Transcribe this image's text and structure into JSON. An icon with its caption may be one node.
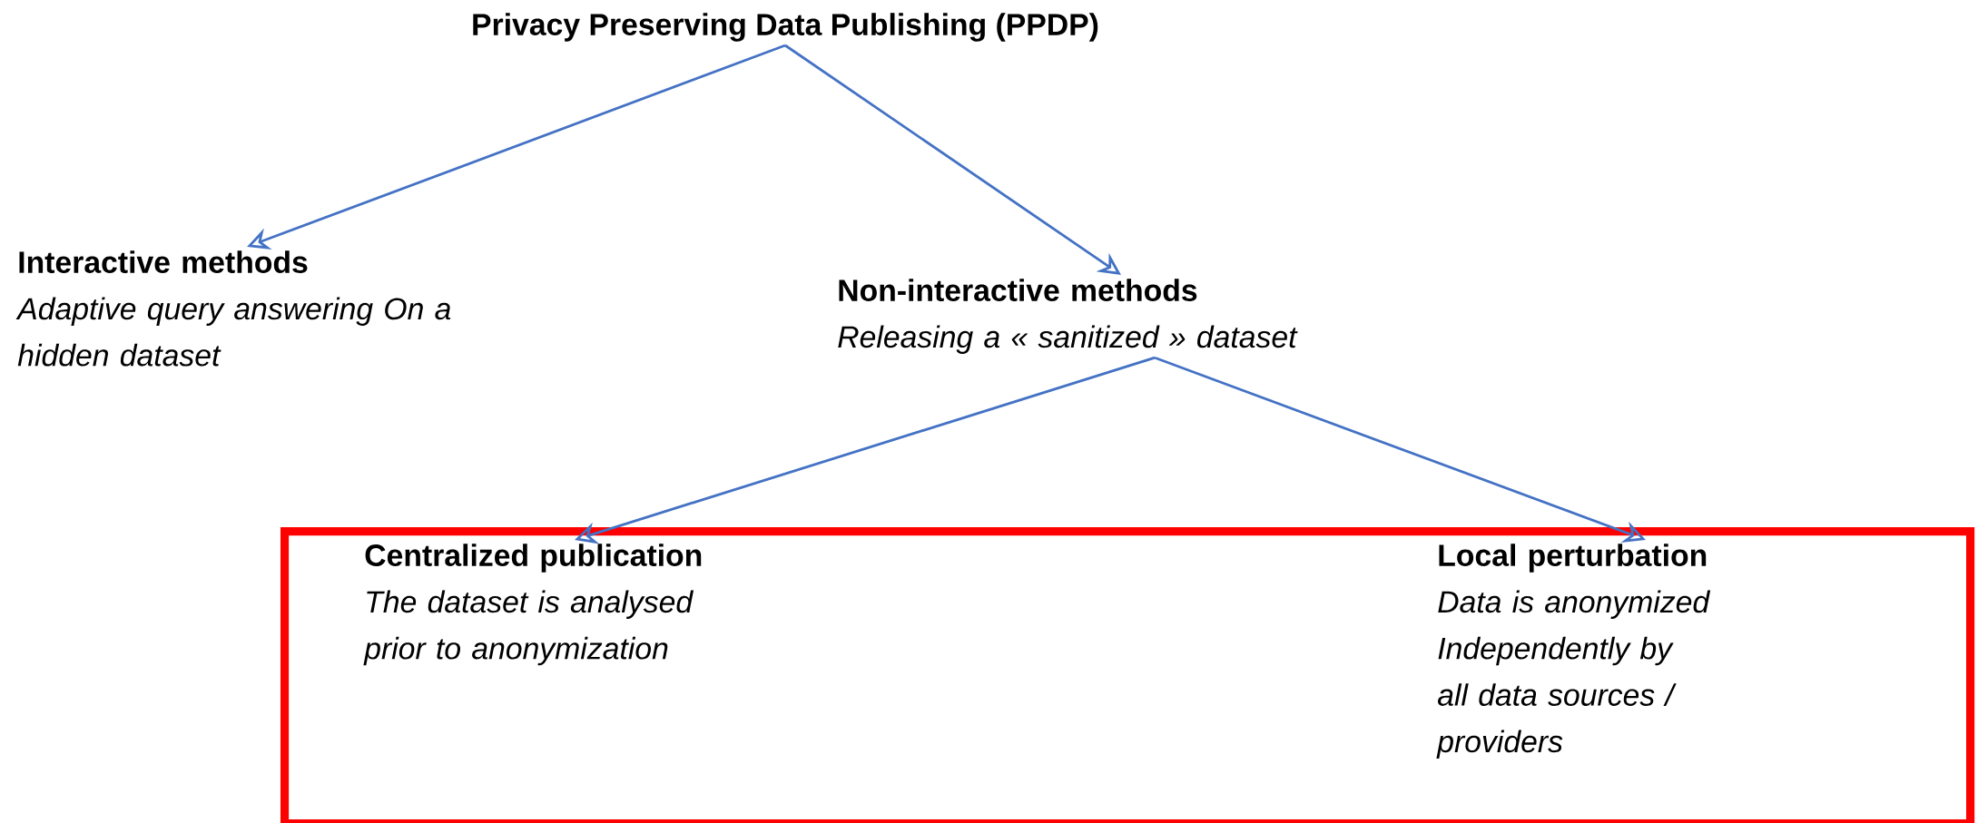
{
  "diagram": {
    "nodes": [
      {
        "text": [
          "Privacy Preserving Data Publishing (PPDP)"
        ]
      },
      {
        "text": [
          "Interactive methods",
          "Adaptive query answering On a hidden dataset"
        ]
      },
      {
        "text": [
          "Non-interactive methods",
          "Releasing a « sanitized » dataset"
        ]
      },
      {
        "text": [],
        "shape": "box"
      },
      {
        "text": [
          "Centralized publication",
          "The dataset is analysed prior to anonymization"
        ],
        "in": 3
      },
      {
        "text": [
          "Local perturbation",
          "Data is anonymized Independently by all data sources / providers"
        ],
        "in": 3
      }
    ],
    "edges": [
      {
        "from": 0,
        "to": 1,
        "arrow": "to"
      },
      {
        "from": 0,
        "to": 2,
        "arrow": "to"
      },
      {
        "from": 2,
        "to": 4,
        "arrow": "to"
      },
      {
        "from": 2,
        "to": 5,
        "arrow": "to"
      }
    ]
  }
}
